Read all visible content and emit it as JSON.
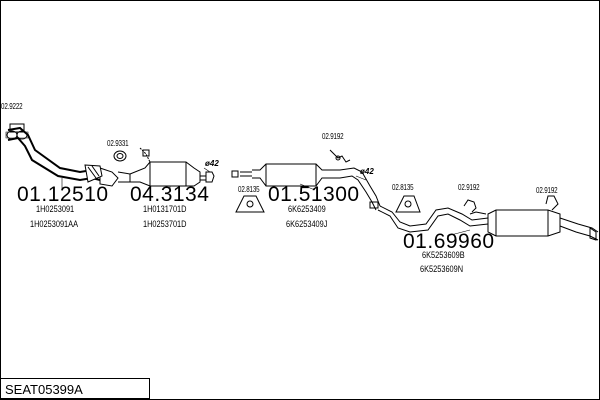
{
  "title": "SEAT05399A",
  "parts": [
    {
      "number": "01.12510",
      "refs": [
        "1H0253091",
        "1H0253091AA"
      ]
    },
    {
      "number": "04.3134",
      "refs": [
        "1H0131701D",
        "1H0253701D"
      ]
    },
    {
      "number": "01.51300",
      "refs": [
        "6K6253409",
        "6K6253409J"
      ]
    },
    {
      "number": "01.69960",
      "refs": [
        "6K5253609B",
        "6K5253609N"
      ]
    }
  ],
  "accessories": [
    "02.9222",
    "02.9331",
    "02.8135",
    "02.9192",
    "02.8135",
    "02.9192",
    "02.9192"
  ],
  "pipe_labels": [
    "ø42",
    "ø42"
  ]
}
